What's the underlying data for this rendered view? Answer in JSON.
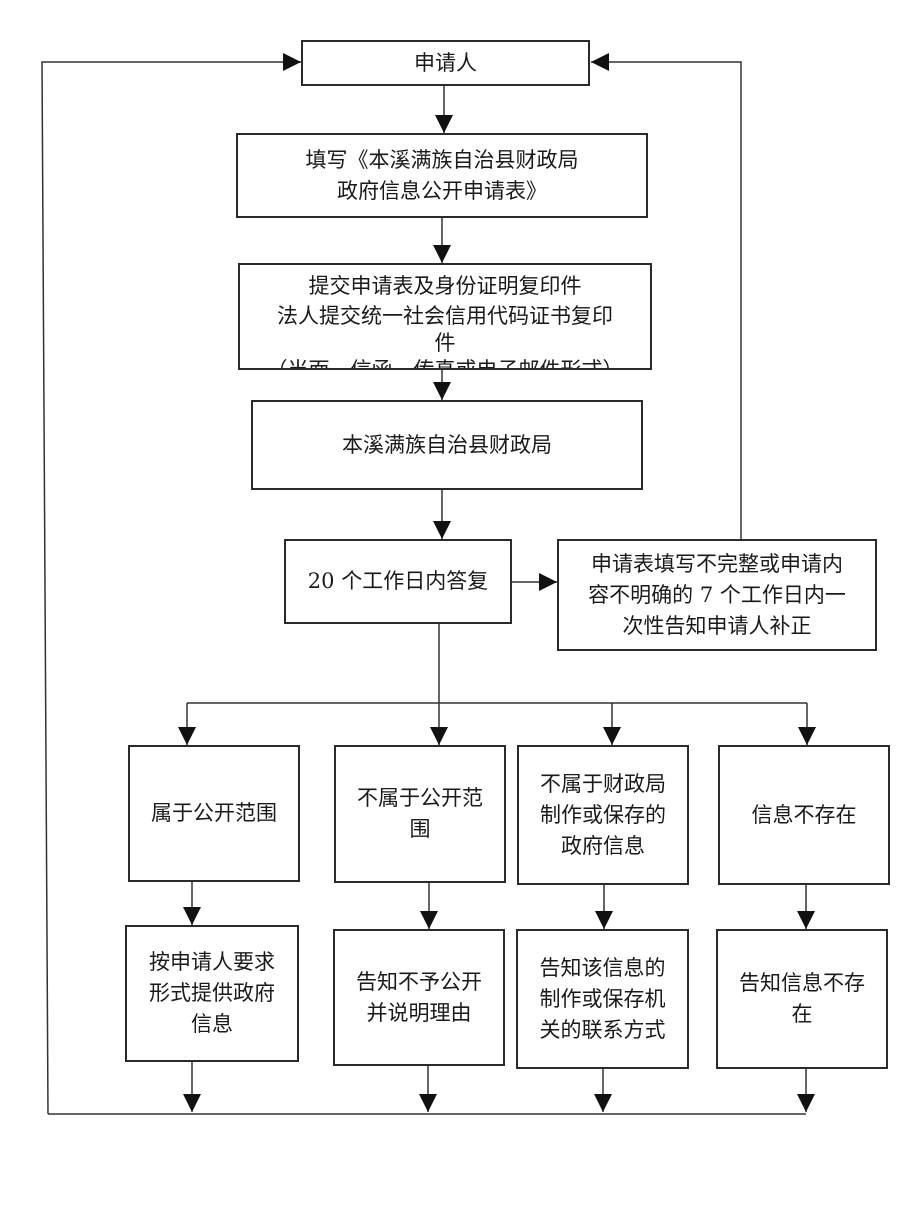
{
  "nodes": {
    "applicant": {
      "lines": [
        "申请人"
      ]
    },
    "fill_form": {
      "lines": [
        "填写《本溪满族自治县财政局",
        "政府信息公开申请表》"
      ]
    },
    "submit": {
      "lines": [
        "提交申请表及身份证明复印件",
        "法人提交统一社会信用代码证书复印",
        "件",
        "（当面、信函、传真或电子邮件形式）"
      ]
    },
    "bureau": {
      "lines": [
        "本溪满族自治县财政局"
      ]
    },
    "reply": {
      "lines": [
        "20 个工作日内答复"
      ]
    },
    "correction": {
      "lines": [
        "申请表填写不完整或申请内",
        "容不明确的 7 个工作日内一",
        "次性告知申请人补正"
      ]
    },
    "public": {
      "lines": [
        "属于公开范围"
      ]
    },
    "not_public": {
      "lines": [
        "不属于公开范",
        "围"
      ]
    },
    "not_bureau": {
      "lines": [
        "不属于财政局",
        "制作或保存的",
        "政府信息"
      ]
    },
    "not_exist": {
      "lines": [
        "信息不存在"
      ]
    },
    "provide": {
      "lines": [
        "按申请人要求",
        "形式提供政府",
        "信息"
      ]
    },
    "notify_refuse": {
      "lines": [
        "告知不予公开",
        "并说明理由"
      ]
    },
    "notify_contact": {
      "lines": [
        "告知该信息的",
        "制作或保存机",
        "关的联系方式"
      ]
    },
    "notify_not_exist": {
      "lines": [
        "告知信息不存",
        "在"
      ]
    }
  }
}
